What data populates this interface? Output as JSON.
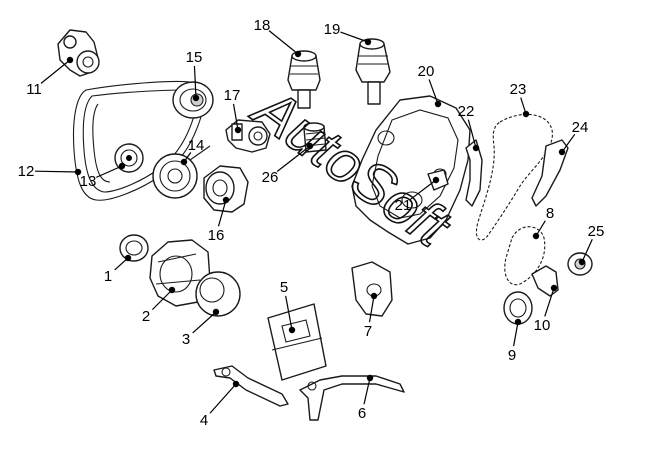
{
  "diagram": {
    "watermark": "AutoSoft",
    "background": "#ffffff",
    "line_color": "#1a1a1a",
    "callouts": [
      "1",
      "2",
      "3",
      "4",
      "5",
      "6",
      "7",
      "8",
      "9",
      "10",
      "11",
      "12",
      "13",
      "14",
      "15",
      "16",
      "17",
      "18",
      "19",
      "20",
      "21",
      "22",
      "23",
      "24",
      "25",
      "26"
    ]
  }
}
